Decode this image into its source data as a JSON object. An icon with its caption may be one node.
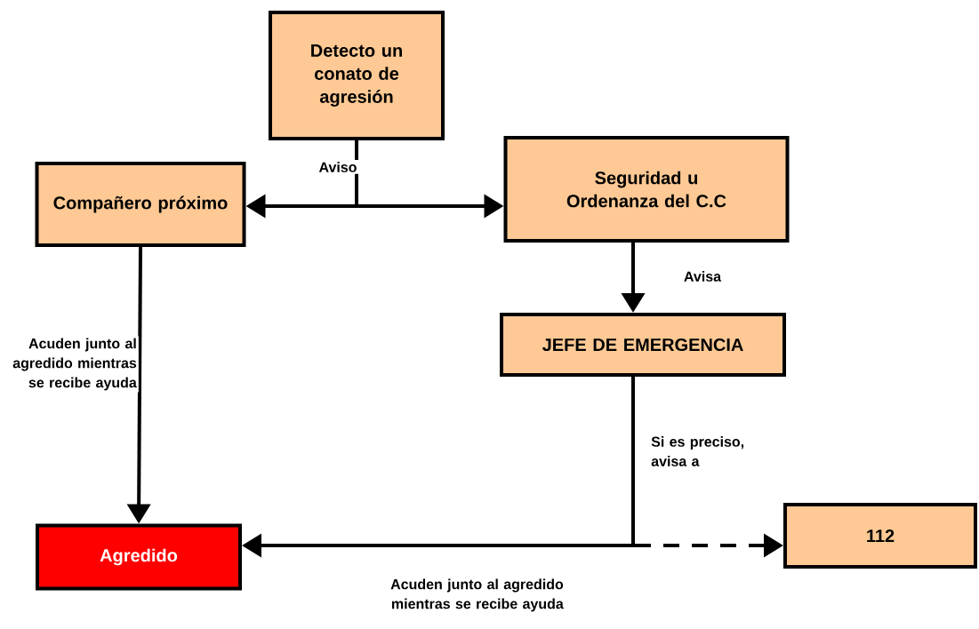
{
  "diagram": {
    "nodes": [
      {
        "text": [
          "Detecto un conato de agresión"
        ]
      },
      {
        "text": [
          "Compañero próximo"
        ]
      },
      {
        "text": [
          "Seguridad u Ordenanza del C.C"
        ]
      },
      {
        "text": [
          "JEFE DE EMERGENCIA"
        ]
      },
      {
        "text": [
          "Agredido"
        ]
      },
      {
        "text": [
          "112"
        ]
      }
    ],
    "edges": [
      {
        "from": 0,
        "to": 1,
        "arrow": "to",
        "label": "Aviso"
      },
      {
        "from": 0,
        "to": 2,
        "arrow": "to"
      },
      {
        "from": 1,
        "to": 4,
        "arrow": "to",
        "label": "Acuden junto al agredido mientras se recibe ayuda"
      },
      {
        "from": 2,
        "to": 3,
        "arrow": "to",
        "label": "Avisa"
      },
      {
        "from": 3,
        "to": 4,
        "arrow": "to",
        "label": "Acuden junto al agredido mientras se recibe ayuda"
      },
      {
        "from": 3,
        "to": 5,
        "arrow": "to",
        "style": "dashed",
        "label": "Si es preciso, avisa a"
      }
    ]
  }
}
